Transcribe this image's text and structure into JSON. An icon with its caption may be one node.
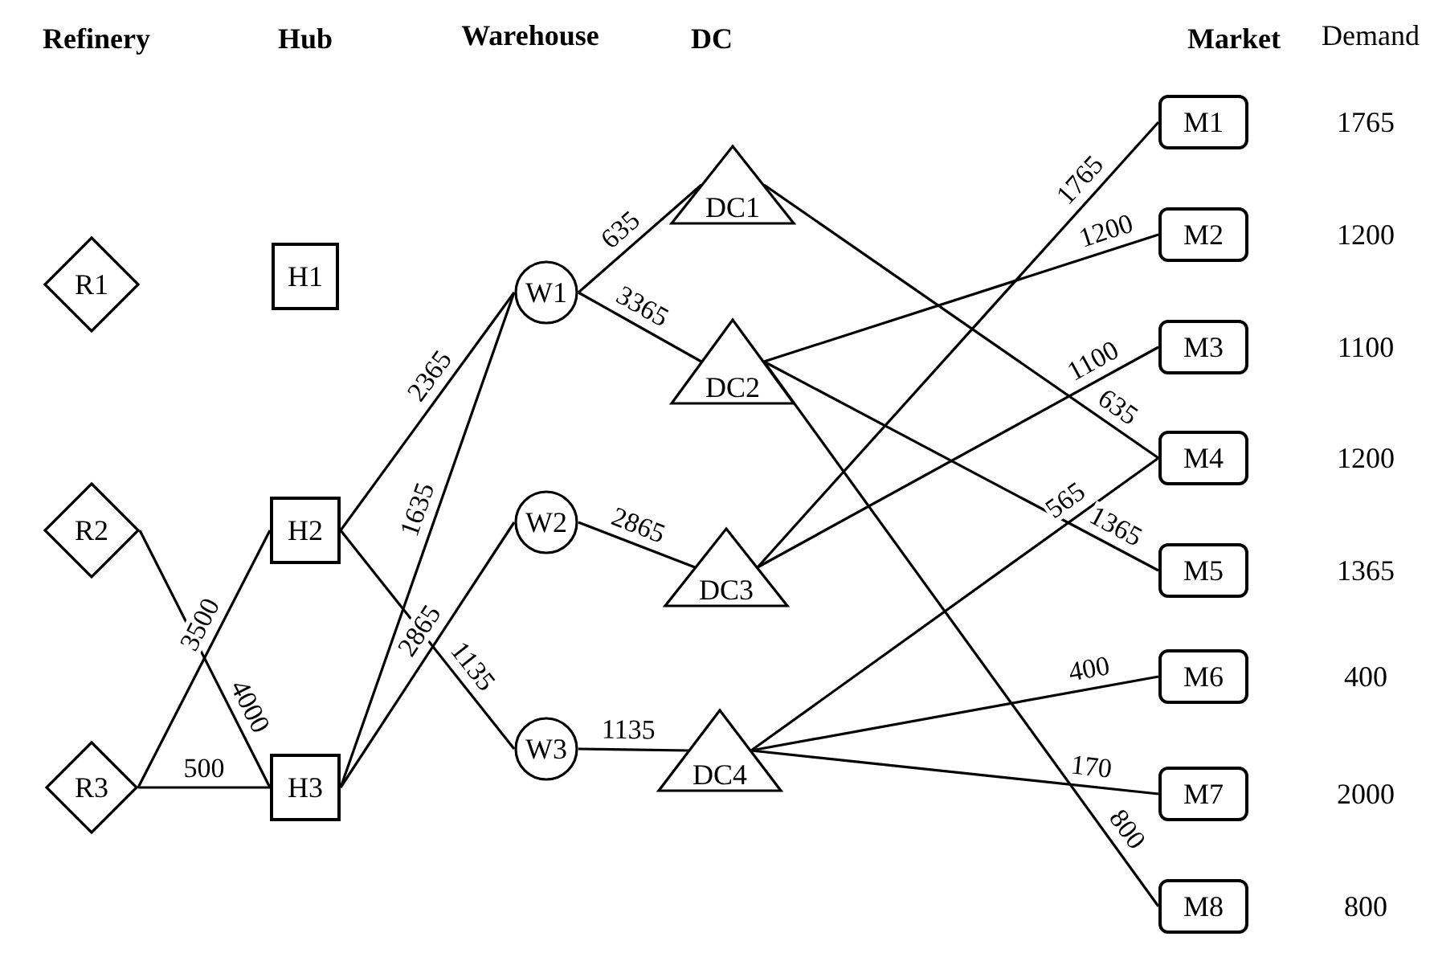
{
  "diagram": {
    "nodes": [
      {
        "text": [
          "R1"
        ]
      },
      {
        "text": [
          "R2"
        ]
      },
      {
        "text": [
          "R3"
        ]
      },
      {
        "text": [
          "H1"
        ]
      },
      {
        "text": [
          "H2"
        ]
      },
      {
        "text": [
          "H3"
        ]
      },
      {
        "text": [
          "W1"
        ]
      },
      {
        "text": [
          "W2"
        ]
      },
      {
        "text": [
          "W3"
        ]
      },
      {
        "text": [
          "DC1"
        ]
      },
      {
        "text": [
          "DC2"
        ]
      },
      {
        "text": [
          "DC3"
        ]
      },
      {
        "text": [
          "DC4"
        ]
      },
      {
        "text": [
          "M1"
        ],
        "beside": [
          "1765"
        ]
      },
      {
        "text": [
          "M2"
        ],
        "beside": [
          "1200"
        ]
      },
      {
        "text": [
          "M3"
        ],
        "beside": [
          "1100"
        ]
      },
      {
        "text": [
          "M4"
        ],
        "beside": [
          "1200"
        ]
      },
      {
        "text": [
          "M5"
        ],
        "beside": [
          "1365"
        ]
      },
      {
        "text": [
          "M6"
        ],
        "beside": [
          "400"
        ]
      },
      {
        "text": [
          "M7"
        ],
        "beside": [
          "2000"
        ]
      },
      {
        "text": [
          "M8"
        ],
        "beside": [
          "800"
        ]
      }
    ],
    "edges": [
      {
        "from": 1,
        "to": 5,
        "arrow": "none",
        "label": "4000"
      },
      {
        "from": 2,
        "to": 4,
        "arrow": "none",
        "label": "3500"
      },
      {
        "from": 2,
        "to": 5,
        "arrow": "none",
        "label": "500"
      },
      {
        "from": 4,
        "to": 6,
        "arrow": "none",
        "label": "2365"
      },
      {
        "from": 4,
        "to": 8,
        "arrow": "none",
        "label": "1135"
      },
      {
        "from": 5,
        "to": 6,
        "arrow": "none",
        "label": "1635"
      },
      {
        "from": 5,
        "to": 7,
        "arrow": "none",
        "label": "2865"
      },
      {
        "from": 6,
        "to": 9,
        "arrow": "none",
        "label": "635"
      },
      {
        "from": 6,
        "to": 10,
        "arrow": "none",
        "label": "3365"
      },
      {
        "from": 7,
        "to": 11,
        "arrow": "none",
        "label": "2865"
      },
      {
        "from": 8,
        "to": 12,
        "arrow": "none",
        "label": "1135"
      },
      {
        "from": 9,
        "to": 16,
        "arrow": "none",
        "label": "635"
      },
      {
        "from": 10,
        "to": 14,
        "arrow": "none",
        "label": "1200"
      },
      {
        "from": 10,
        "to": 17,
        "arrow": "none",
        "label": "1365"
      },
      {
        "from": 10,
        "to": 20,
        "arrow": "none",
        "label": "800"
      },
      {
        "from": 11,
        "to": 13,
        "arrow": "none",
        "label": "1765"
      },
      {
        "from": 11,
        "to": 15,
        "arrow": "none",
        "label": "1100"
      },
      {
        "from": 12,
        "to": 16,
        "arrow": "none",
        "label": "565"
      },
      {
        "from": 12,
        "to": 18,
        "arrow": "none",
        "label": "400"
      },
      {
        "from": 12,
        "to": 19,
        "arrow": "none",
        "label": "170"
      }
    ],
    "labels": [
      "Refinery",
      "Hub",
      "Warehouse",
      "DC",
      "Market",
      "Demand"
    ]
  }
}
